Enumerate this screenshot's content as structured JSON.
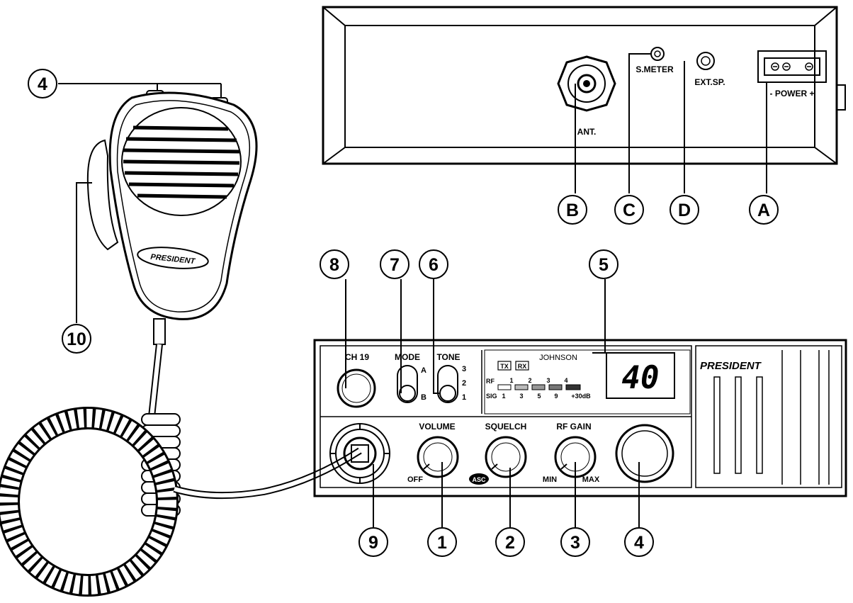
{
  "rear_panel": {
    "ant_label": "ANT.",
    "smeter_label": "S.METER",
    "extsp_label": "EXT.SP.",
    "power_label": "- POWER +"
  },
  "front_panel": {
    "ch19_label": "CH 19",
    "mode_label": "MODE",
    "mode_opt_a": "A",
    "mode_opt_b": "B",
    "tone_label": "TONE",
    "tone_opt_3": "3",
    "tone_opt_2": "2",
    "tone_opt_1": "1",
    "tx_label": "TX",
    "rx_label": "RX",
    "brand_display": "JOHNSON",
    "rf_label": "RF",
    "rf_scale": [
      "1",
      "2",
      "3",
      "4"
    ],
    "sig_label": "SIG",
    "sig_scale": [
      "1",
      "3",
      "5",
      "9",
      "+30dB"
    ],
    "channel_display": "40",
    "brand_grille": "PRESIDENT",
    "volume_label": "VOLUME",
    "off_label": "OFF",
    "squelch_label": "SQUELCH",
    "asc_label": "ASC",
    "rfgain_label": "RF GAIN",
    "min_label": "MIN",
    "max_label": "MAX"
  },
  "microphone": {
    "brand": "PRESIDENT"
  },
  "callouts": {
    "A": "A",
    "B": "B",
    "C": "C",
    "D": "D",
    "n1": "1",
    "n2": "2",
    "n3": "3",
    "n4_knob": "4",
    "n4_mic": "4",
    "n5": "5",
    "n6": "6",
    "n7": "7",
    "n8": "8",
    "n9": "9",
    "n10": "10"
  }
}
